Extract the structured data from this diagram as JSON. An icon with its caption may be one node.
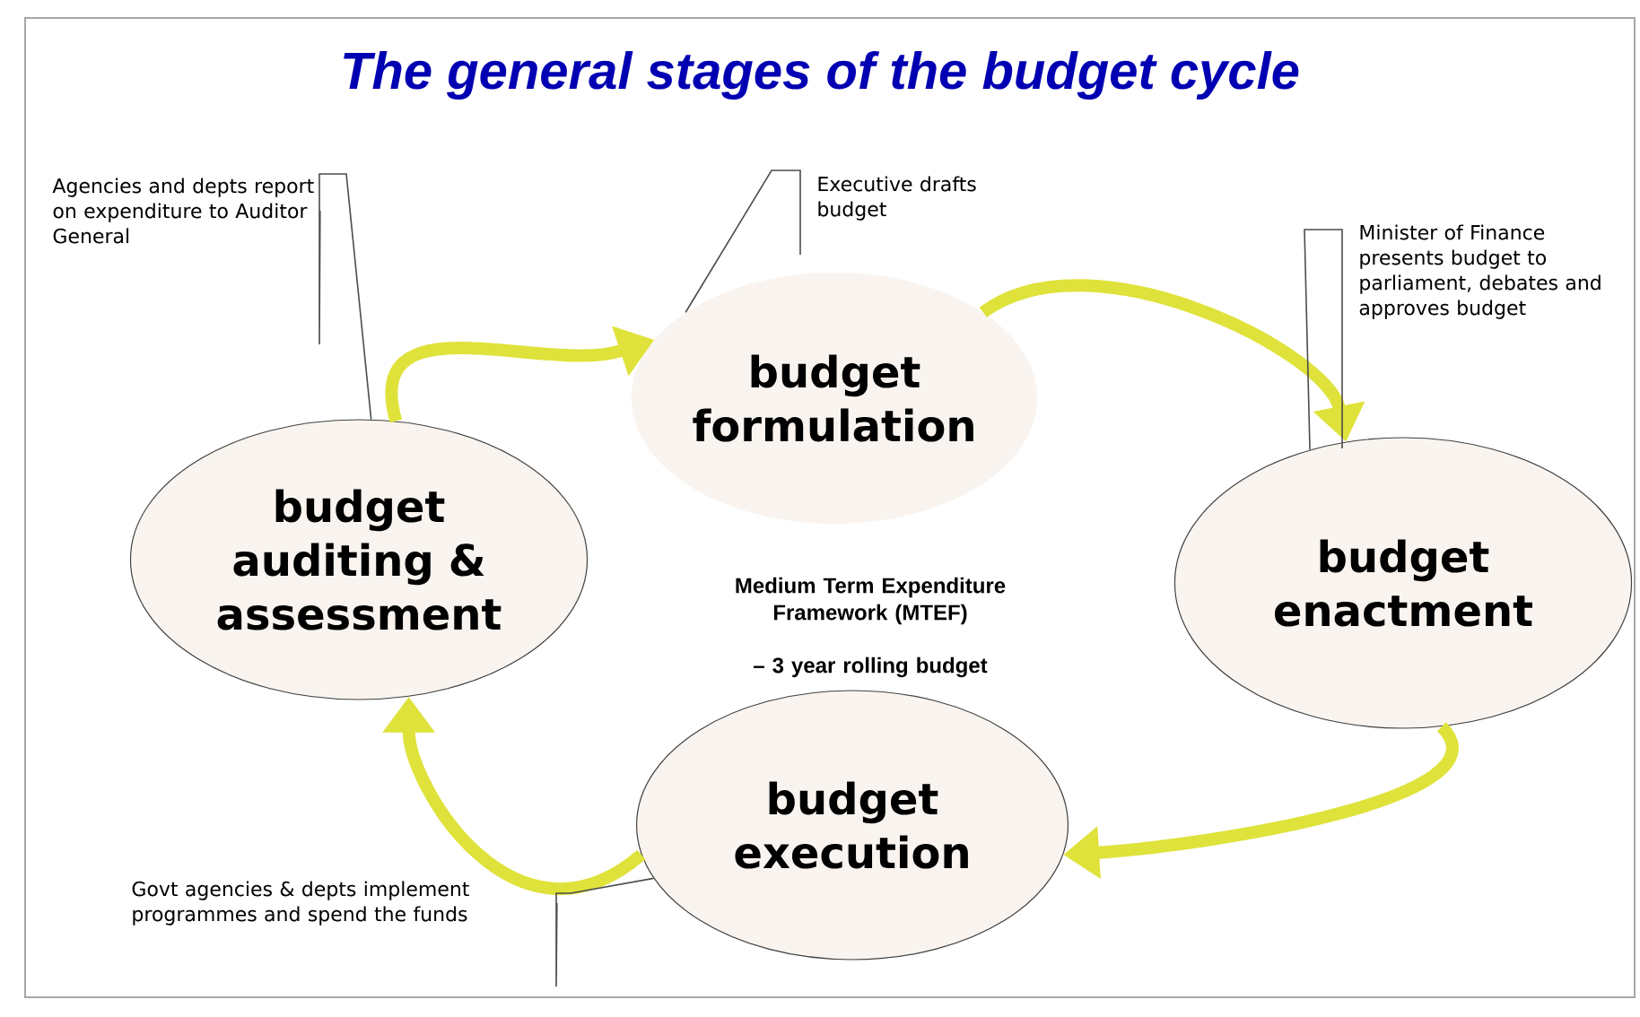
{
  "diagram": {
    "title": "The general stages of the budget cycle",
    "nodes": [
      {
        "text": [
          "budget formulation"
        ]
      },
      {
        "text": [
          "budget enactment"
        ]
      },
      {
        "text": [
          "budget execution"
        ]
      },
      {
        "text": [
          "budget auditing & assessment"
        ]
      },
      {
        "text": [
          "Agencies and depts report on expenditure to Auditor General"
        ]
      },
      {
        "text": [
          "Executive drafts budget"
        ]
      },
      {
        "text": [
          "Minister of Finance presents budget to parliament, debates and approves budget"
        ]
      },
      {
        "text": [
          "Govt agencies & depts implement programmes and spend the funds"
        ]
      }
    ],
    "edges": [
      {
        "from": 3,
        "to": 0,
        "arrow": "to",
        "style": "thick",
        "color": "#dfe23a"
      },
      {
        "from": 0,
        "to": 1,
        "arrow": "to",
        "style": "thick",
        "color": "#dfe23a"
      },
      {
        "from": 1,
        "to": 2,
        "arrow": "to",
        "style": "thick",
        "color": "#dfe23a"
      },
      {
        "from": 2,
        "to": 3,
        "arrow": "to",
        "style": "thick",
        "color": "#dfe23a"
      },
      {
        "from": 4,
        "to": 3,
        "arrow": "none",
        "color": "#4c4c4c"
      },
      {
        "from": 5,
        "to": 0,
        "arrow": "none",
        "color": "#4c4c4c"
      },
      {
        "from": 6,
        "to": 1,
        "arrow": "none",
        "color": "#4c4c4c"
      },
      {
        "from": 7,
        "to": 2,
        "arrow": "none",
        "color": "#4c4c4c"
      }
    ],
    "labels": [
      "Medium Term Expenditure Framework (MTEF)",
      "– 3 year rolling budget"
    ]
  }
}
